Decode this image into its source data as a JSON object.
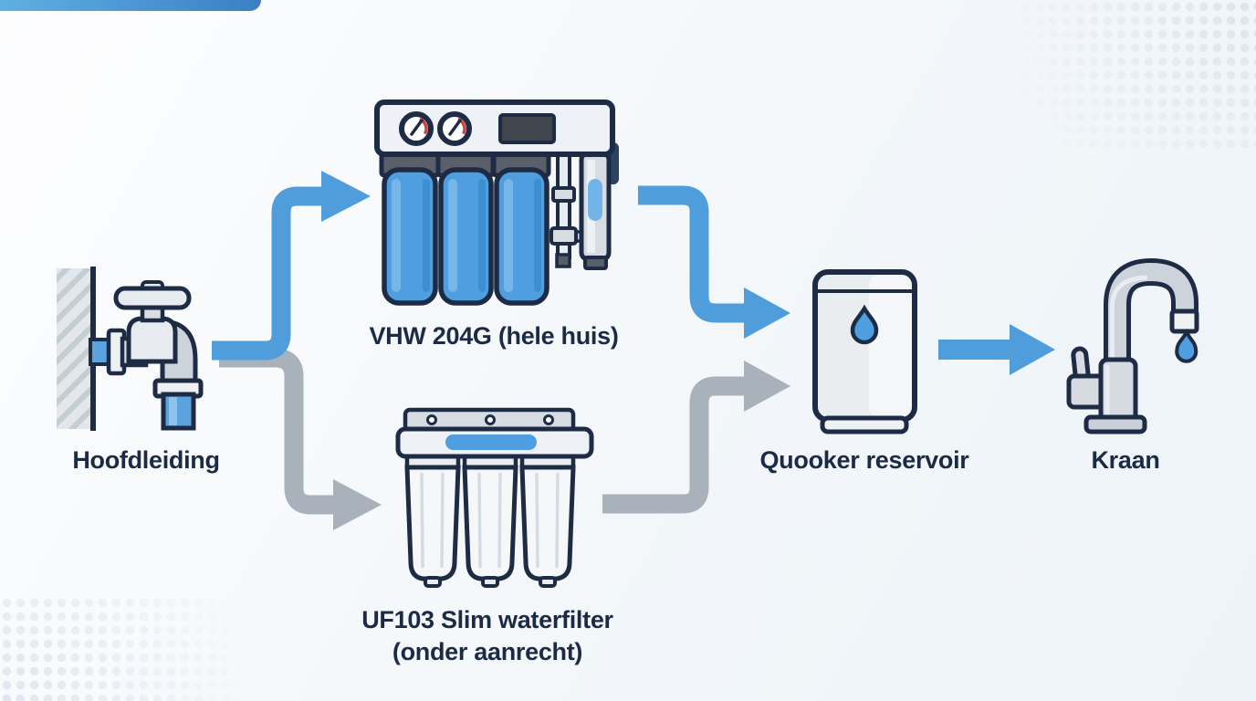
{
  "diagram": {
    "nodes": {
      "source": {
        "label": "Hoofdleiding",
        "icon": "wall-tap-icon"
      },
      "filter_top": {
        "label": "VHW 204G (hele huis)",
        "icon": "triple-filter-blue-icon"
      },
      "filter_bottom": {
        "label_line1": "UF103 Slim waterfilter",
        "label_line2": "(onder aanrecht)",
        "icon": "triple-filter-white-icon"
      },
      "reservoir": {
        "label": "Quooker reservoir",
        "icon": "tank-drop-icon"
      },
      "tap": {
        "label": "Kraan",
        "icon": "faucet-icon"
      }
    },
    "edges": [
      {
        "from": "source",
        "to": "filter_top",
        "color": "blue"
      },
      {
        "from": "source",
        "to": "filter_bottom",
        "color": "gray"
      },
      {
        "from": "filter_top",
        "to": "reservoir",
        "color": "blue"
      },
      {
        "from": "filter_bottom",
        "to": "reservoir",
        "color": "gray"
      },
      {
        "from": "reservoir",
        "to": "tap",
        "color": "blue"
      }
    ],
    "colors": {
      "arrow_blue": "#4f9edb",
      "arrow_gray": "#a9b2ba",
      "outline_navy": "#1d2b45",
      "text": "#1c2b45",
      "filter_blue": "#4f9fe0",
      "drop_blue": "#4f9fe0",
      "accent_bar_start": "#5fb0e2",
      "accent_bar_end": "#3b7fc4",
      "background": "#f3f7fa"
    }
  }
}
